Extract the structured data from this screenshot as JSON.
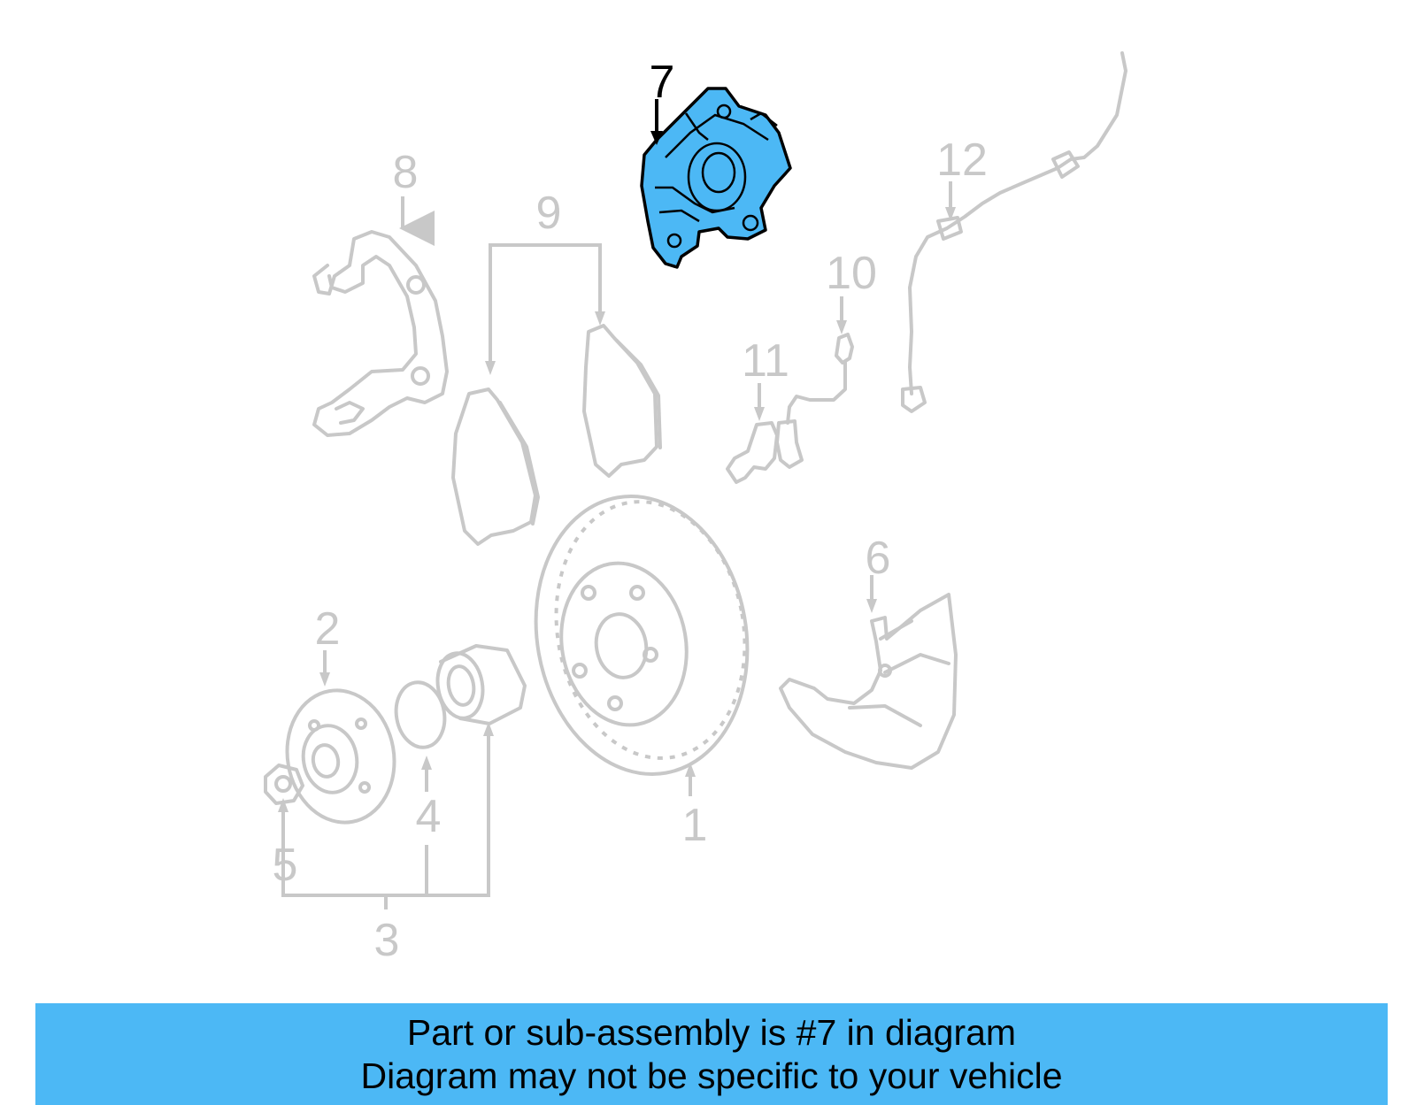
{
  "callouts": {
    "c1": "1",
    "c2": "2",
    "c3": "3",
    "c4": "4",
    "c5": "5",
    "c6": "6",
    "c7": "7",
    "c8": "8",
    "c9": "9",
    "c10": "10",
    "c11": "11",
    "c12": "12"
  },
  "highlight": {
    "callout": "7",
    "color": "#4cb8f5"
  },
  "banner": {
    "line1": "Part or sub-assembly is #7 in diagram",
    "line2": "Diagram may not be specific to your vehicle",
    "color": "#4cb8f5"
  }
}
